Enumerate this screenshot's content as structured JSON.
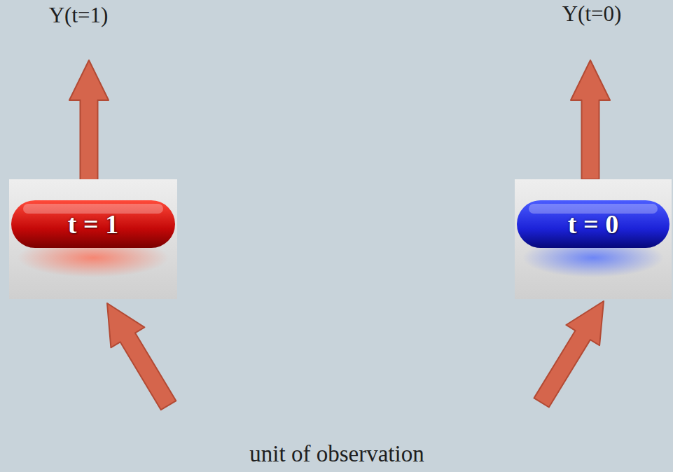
{
  "diagram": {
    "nodes": [
      {
        "text": [
          "t = 1"
        ]
      },
      {
        "text": [
          "t = 0"
        ]
      }
    ],
    "labels": [
      "Y(t=1)",
      "Y(t=0)",
      "unit of observation"
    ]
  }
}
